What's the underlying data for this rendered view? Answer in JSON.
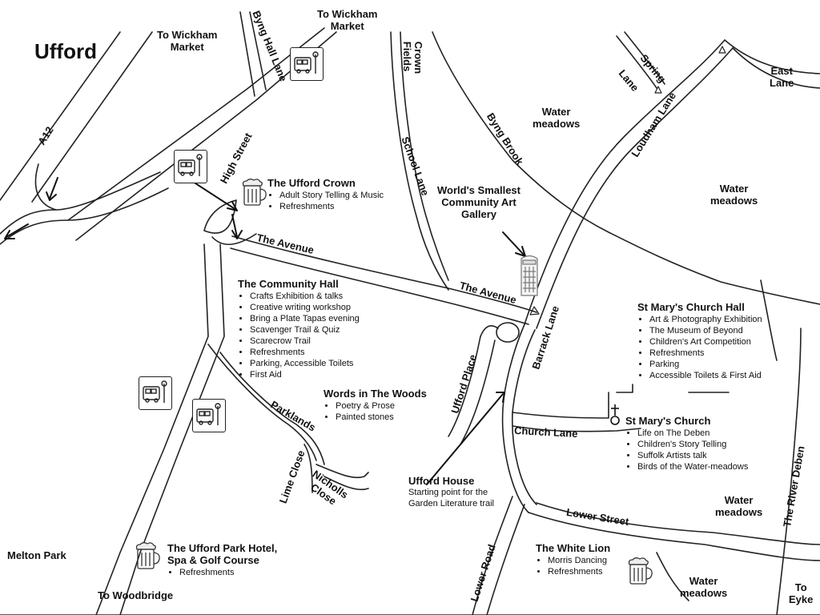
{
  "title": "Ufford",
  "place_labels": {
    "to_wickham_1": "To Wickham\nMarket",
    "to_wickham_2": "To Wickham\nMarket",
    "to_woodbridge": "To Woodbridge",
    "to_eyke": "To\nEyke",
    "melton_park": "Melton Park",
    "water_meadows_1": "Water\nmeadows",
    "water_meadows_2": "Water\nmeadows",
    "water_meadows_3": "Water\nmeadows",
    "water_meadows_4": "Water\nmeadows",
    "east_lane": "East\nLane"
  },
  "road_labels": {
    "a12": "A12",
    "byng_hall_lane": "Byng Hall Lane",
    "crown_fields": "Crown\nFields",
    "spring_lane": "Spring",
    "lane_word": "Lane",
    "high_street": "High Street",
    "school_lane": "School Lane",
    "byng_brook": "Byng Brook",
    "loudham_lane": "Loudham Lane",
    "the_avenue_1": "The Avenue",
    "the_avenue_2": "The Avenue",
    "barrack_lane": "Barrack Lane",
    "ufford_place": "Ufford Place",
    "parklands": "Parklands",
    "church_lane": "Church Lane",
    "lime_close": "Lime Close",
    "nicholls_close": "Nicholls\nClose",
    "lower_street": "Lower Street",
    "lower_road": "Lower Road",
    "river_deben": "The River Deben"
  },
  "pois": {
    "ufford_crown": {
      "title": "The Ufford Crown",
      "items": [
        "Adult Story Telling & Music",
        "Refreshments"
      ]
    },
    "community_hall": {
      "title": "The Community Hall",
      "items": [
        "Crafts Exhibition & talks",
        "Creative writing workshop",
        "Bring a Plate Tapas evening",
        "Scavenger Trail & Quiz",
        "Scarecrow Trail",
        "Refreshments",
        "Parking, Accessible Toilets",
        "First Aid"
      ]
    },
    "art_gallery": {
      "title": "World's Smallest\nCommunity Art\nGallery"
    },
    "church_hall": {
      "title": "St Mary's Church Hall",
      "items": [
        "Art & Photography Exhibition",
        "The Museum of Beyond",
        "Children's Art Competition",
        "Refreshments",
        "Parking",
        "Accessible Toilets & First Aid"
      ]
    },
    "words_woods": {
      "title": "Words in The Woods",
      "items": [
        "Poetry & Prose",
        "Painted stones"
      ]
    },
    "st_marys": {
      "title": "St Mary's Church",
      "items": [
        "Life on The Deben",
        "Children's Story Telling",
        "Suffolk Artists talk",
        "Birds of the Water-meadows"
      ]
    },
    "ufford_house": {
      "title": "Ufford House",
      "subtitle": "Starting point for the\nGarden Literature trail"
    },
    "park_hotel": {
      "title": "The Ufford Park Hotel,\nSpa & Golf Course",
      "items": [
        "Refreshments"
      ]
    },
    "white_lion": {
      "title": "The White Lion",
      "items": [
        "Morris Dancing",
        "Refreshments"
      ]
    }
  },
  "icons": [
    "bus-stop-icon",
    "beer-mug-icon",
    "phone-box-icon",
    "church-cross-icon",
    "direction-arrow-icon"
  ]
}
